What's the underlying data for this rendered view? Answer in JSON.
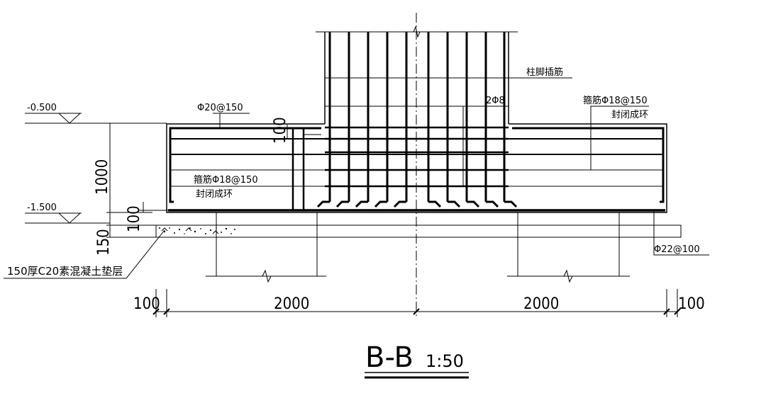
{
  "elevations": {
    "top": "-0.500",
    "bottom": "-1.500"
  },
  "labels": {
    "column_dowels": "柱脚插筋",
    "top_bar": "Φ20@150",
    "two_bars": "2Φ8",
    "stirrup_right_line1": "箍筋Φ18@150",
    "stirrup_right_line2": "封闭成环",
    "stirrup_left_line1": "箍筋Φ18@150",
    "stirrup_left_line2": "封闭成环",
    "bottom_bar": "Φ22@100",
    "cushion": "150厚C20素混凝土垫层"
  },
  "dimensions": {
    "height_total": "1000",
    "top_offset": "100",
    "bottom_offset": "100",
    "cushion_thickness": "150",
    "left_edge": "100",
    "left_span": "2000",
    "right_span": "2000",
    "right_edge": "100"
  },
  "title": {
    "section": "B-B",
    "scale": "1:50"
  }
}
